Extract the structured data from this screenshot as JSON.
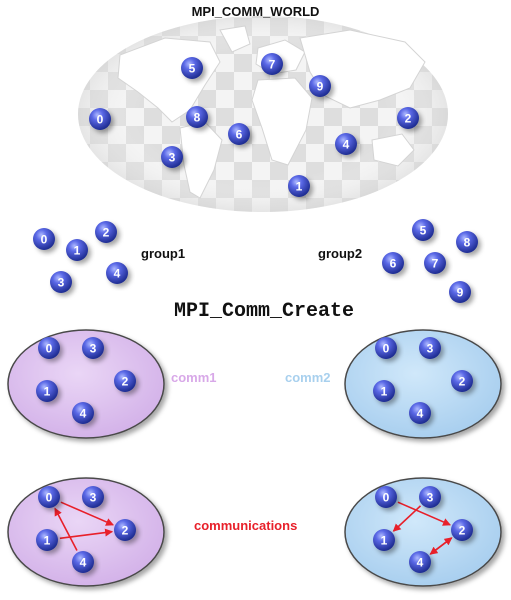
{
  "world": {
    "title": "MPI_COMM_WORLD",
    "processes": [
      "0",
      "1",
      "2",
      "3",
      "4",
      "5",
      "6",
      "7",
      "8",
      "9"
    ]
  },
  "group1": {
    "label": "group1",
    "processes": [
      "0",
      "1",
      "2",
      "3",
      "4"
    ]
  },
  "group2": {
    "label": "group2",
    "processes": [
      "5",
      "6",
      "7",
      "8",
      "9"
    ]
  },
  "create_call": "MPI_Comm_Create",
  "comm1": {
    "label": "comm1",
    "color": "#dcc0ee",
    "ranks": [
      "0",
      "1",
      "2",
      "3",
      "4"
    ]
  },
  "comm2": {
    "label": "comm2",
    "color": "#b6d8f2",
    "ranks": [
      "0",
      "1",
      "2",
      "3",
      "4"
    ]
  },
  "communications": {
    "label": "communications",
    "color": "#e8202a",
    "comm1_messages": [
      {
        "from": "0",
        "to": "2"
      },
      {
        "from": "1",
        "to": "2"
      },
      {
        "from": "4",
        "to": "0"
      }
    ],
    "comm2_messages": [
      {
        "from": "3",
        "to": "1"
      },
      {
        "from": "0",
        "to": "2"
      },
      {
        "from": "2",
        "to": "4"
      },
      {
        "from": "4",
        "to": "2"
      }
    ]
  }
}
